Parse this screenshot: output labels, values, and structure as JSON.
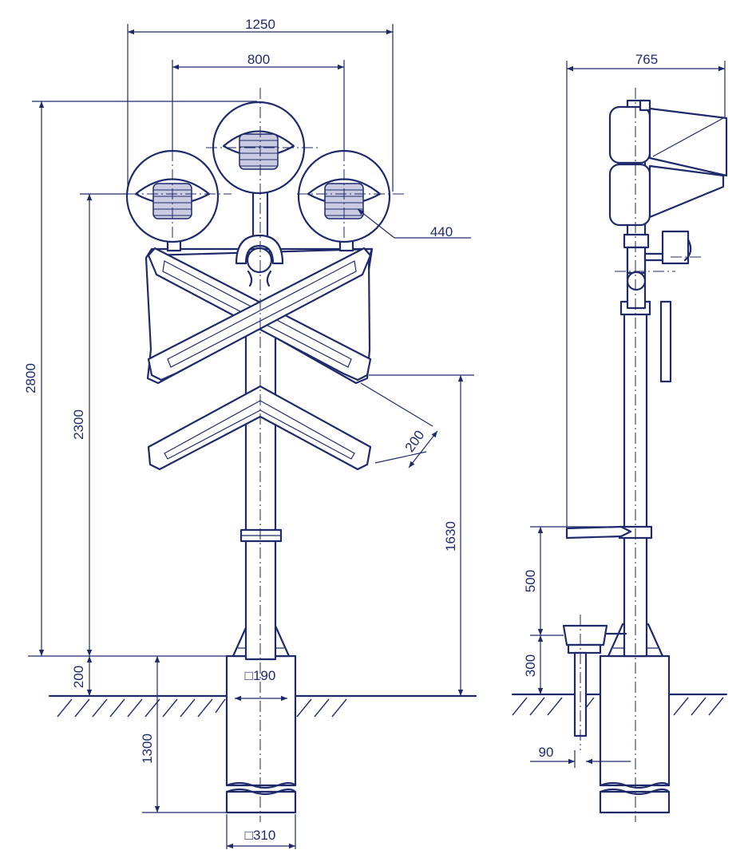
{
  "colors": {
    "ink": "#1f2a6b",
    "background": "#ffffff",
    "lens_fill": "#c9cbe0"
  },
  "front_view": {
    "dims": {
      "overall_width": "1250",
      "light_spacing": "800",
      "lamp_diameter": "440",
      "total_height": "2800",
      "light_axis_height": "2300",
      "cross_height": "1630",
      "board_width": "200",
      "plinth_height": "200",
      "foundation_depth": "1300",
      "post_section": "□190",
      "foundation_section": "□310"
    }
  },
  "side_view": {
    "dims": {
      "overall_depth": "765",
      "bracket_height": "500",
      "box_height": "300",
      "box_offset": "90"
    }
  }
}
